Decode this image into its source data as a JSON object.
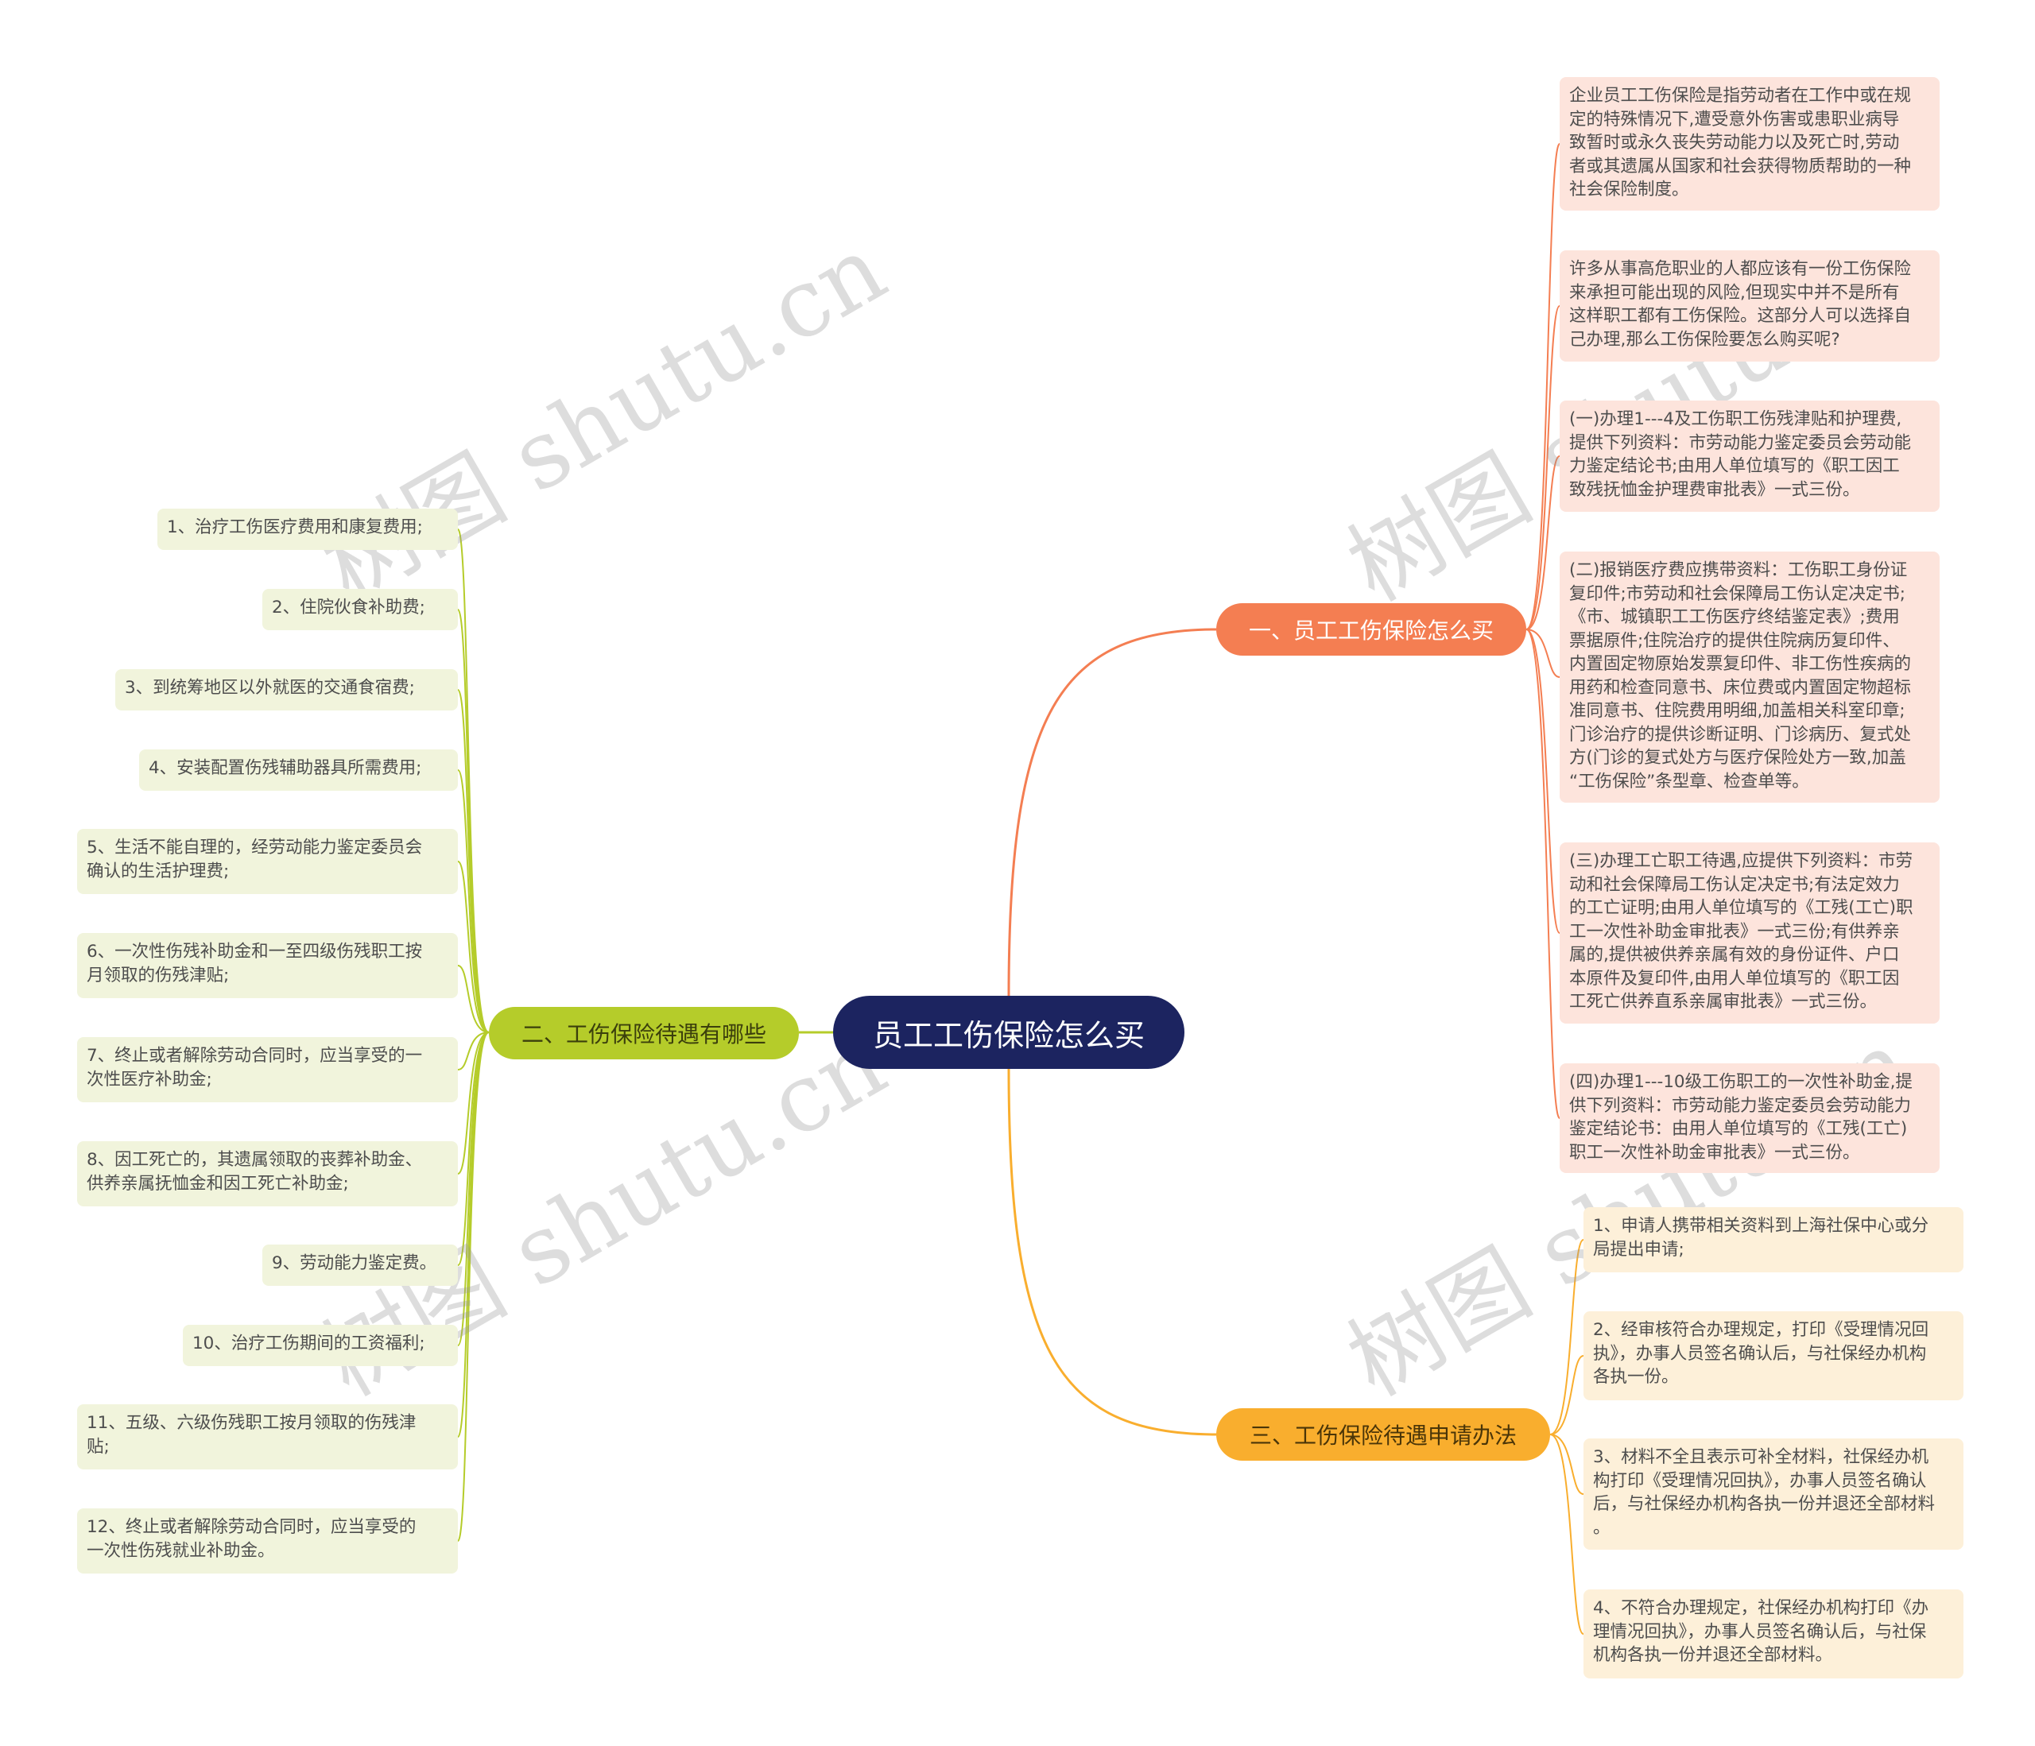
{
  "watermark_text": "树图 shutu.cn",
  "colors": {
    "root": "#1c2460",
    "branch_1": "#f47e52",
    "branch_2": "#b5cc2a",
    "branch_3": "#f9ae2e",
    "leaf_1_bg": "#fde4dc",
    "leaf_2_bg": "#f1f4dc",
    "leaf_3_bg": "#fdf0d9"
  },
  "root": {
    "label": "员工工伤保险怎么买"
  },
  "branches": [
    {
      "label": "一、员工工伤保险怎么买",
      "leaves": [
        "企业员工工伤保险是指劳动者在工作中或在规\n定的特殊情况下,遭受意外伤害或患职业病导\n致暂时或永久丧失劳动能力以及死亡时,劳动\n者或其遗属从国家和社会获得物质帮助的一种\n社会保险制度。",
        "许多从事高危职业的人都应该有一份工伤保险\n来承担可能出现的风险,但现实中并不是所有\n这样职工都有工伤保险。这部分人可以选择自\n己办理,那么工伤保险要怎么购买呢?",
        "(一)办理1---4及工伤职工伤残津贴和护理费,\n提供下列资料：市劳动能力鉴定委员会劳动能\n力鉴定结论书;由用人单位填写的《职工因工\n致残抚恤金护理费审批表》一式三份。",
        "(二)报销医疗费应携带资料：工伤职工身份证\n复印件;市劳动和社会保障局工伤认定决定书;\n《市、城镇职工工伤医疗终结鉴定表》;费用\n票据原件;住院治疗的提供住院病历复印件、\n内置固定物原始发票复印件、非工伤性疾病的\n用药和检查同意书、床位费或内置固定物超标\n准同意书、住院费用明细,加盖相关科室印章;\n门诊治疗的提供诊断证明、门诊病历、复式处\n方(门诊的复式处方与医疗保险处方一致,加盖\n“工伤保险”条型章、检查单等。",
        "(三)办理工亡职工待遇,应提供下列资料：市劳\n动和社会保障局工伤认定决定书;有法定效力\n的工亡证明;由用人单位填写的《工残(工亡)职\n工一次性补助金审批表》一式三份;有供养亲\n属的,提供被供养亲属有效的身份证件、户口\n本原件及复印件,由用人单位填写的《职工因\n工死亡供养直系亲属审批表》一式三份。",
        "(四)办理1---10级工伤职工的一次性补助金,提\n供下列资料：市劳动能力鉴定委员会劳动能力\n鉴定结论书：由用人单位填写的《工残(工亡)\n职工一次性补助金审批表》一式三份。"
      ]
    },
    {
      "label": "二、工伤保险待遇有哪些",
      "leaves": [
        "1、治疗工伤医疗费用和康复费用;",
        "2、住院伙食补助费;",
        "3、到统筹地区以外就医的交通食宿费;",
        "4、安装配置伤残辅助器具所需费用;",
        "5、生活不能自理的，经劳动能力鉴定委员会\n确认的生活护理费;",
        "6、一次性伤残补助金和一至四级伤残职工按\n月领取的伤残津贴;",
        "7、终止或者解除劳动合同时，应当享受的一\n次性医疗补助金;",
        "8、因工死亡的，其遗属领取的丧葬补助金、\n供养亲属抚恤金和因工死亡补助金;",
        "9、劳动能力鉴定费。",
        "10、治疗工伤期间的工资福利;",
        "11、五级、六级伤残职工按月领取的伤残津\n贴;",
        "12、终止或者解除劳动合同时，应当享受的\n一次性伤残就业补助金。"
      ]
    },
    {
      "label": "三、工伤保险待遇申请办法",
      "leaves": [
        "1、申请人携带相关资料到上海社保中心或分\n局提出申请;",
        "2、经审核符合办理规定，打印《受理情况回\n执》，办事人员签名确认后，与社保经办机构\n各执一份。",
        "3、材料不全且表示可补全材料，社保经办机\n构打印《受理情况回执》，办事人员签名确认\n后，与社保经办机构各执一份并退还全部材料\n。",
        "4、不符合办理规定，社保经办机构打印《办\n理情况回执》，办事人员签名确认后，与社保\n机构各执一份并退还全部材料。"
      ]
    }
  ]
}
